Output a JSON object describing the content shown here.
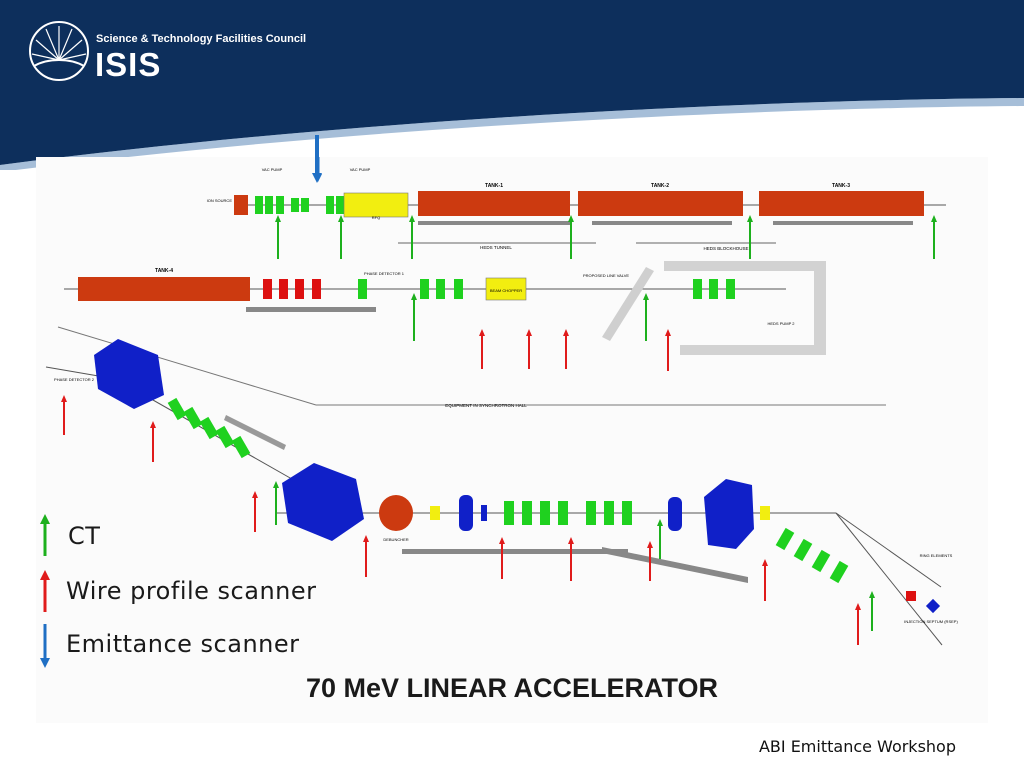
{
  "header": {
    "org": "Science & Technology Facilities Council",
    "name": "ISIS"
  },
  "diagram": {
    "title": "70 MeV LINEAR ACCELERATOR",
    "tanks": [
      "TANK-1",
      "TANK-2",
      "TANK-3",
      "TANK-4"
    ],
    "areas": {
      "heds_tunnel": "HEDS TUNNEL",
      "heds_blockhouse": "HEDS BLOCKHOUSE",
      "synchrotron_hall": "EQUIPMENT IN SYNCHROTRON HALL"
    },
    "components": {
      "ion_source": "ION SOURCE",
      "rfq": "RFQ",
      "beam_chopper": "BEAM CHOPPER",
      "phase_detector_1": "PHASE DETECTOR 1",
      "phase_detector_2": "PHASE DETECTOR 2",
      "debuncher": "DEBUNCHER",
      "injection_septum": "INJECTION SEPTUM (RSEP)",
      "ring_elements": "RING ELEMENTS",
      "proposed_line_valve": "PROPOSED LINE VALVE",
      "heds_pump": "HEDS PUMP 2",
      "vac_pump": "VAC PUMP"
    }
  },
  "legend": {
    "ct": "CT",
    "wire": "Wire profile scanner",
    "emittance": "Emittance scanner"
  },
  "colors": {
    "header_navy": "#0d2f5c",
    "ct": "#1db01d",
    "wire": "#e01b1b",
    "emittance": "#1f6fc4",
    "tank": "#cc3a10",
    "quad": "#1fd11f",
    "dipole": "#1020c8",
    "rfq": "#f2ee10"
  },
  "footer": "ABI Emittance Workshop"
}
